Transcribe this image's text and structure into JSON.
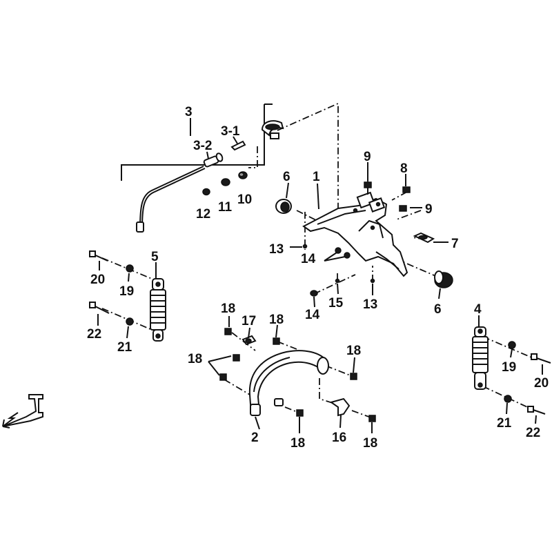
{
  "diagram": {
    "callouts": [
      {
        "id": "c3",
        "text": "3"
      },
      {
        "id": "c3-1",
        "text": "3-1"
      },
      {
        "id": "c3-2",
        "text": "3-2"
      },
      {
        "id": "c1",
        "text": "1"
      },
      {
        "id": "c6a",
        "text": "6"
      },
      {
        "id": "c6b",
        "text": "6"
      },
      {
        "id": "c9a",
        "text": "9"
      },
      {
        "id": "c9b",
        "text": "9"
      },
      {
        "id": "c8",
        "text": "8"
      },
      {
        "id": "c7",
        "text": "7"
      },
      {
        "id": "c10",
        "text": "10"
      },
      {
        "id": "c11",
        "text": "11"
      },
      {
        "id": "c12",
        "text": "12"
      },
      {
        "id": "c13a",
        "text": "13"
      },
      {
        "id": "c13b",
        "text": "13"
      },
      {
        "id": "c14a",
        "text": "14"
      },
      {
        "id": "c14b",
        "text": "14"
      },
      {
        "id": "c15",
        "text": "15"
      },
      {
        "id": "c5",
        "text": "5"
      },
      {
        "id": "c4",
        "text": "4"
      },
      {
        "id": "c20a",
        "text": "20"
      },
      {
        "id": "c20b",
        "text": "20"
      },
      {
        "id": "c19a",
        "text": "19"
      },
      {
        "id": "c19b",
        "text": "19"
      },
      {
        "id": "c22a",
        "text": "22"
      },
      {
        "id": "c22b",
        "text": "22"
      },
      {
        "id": "c21a",
        "text": "21"
      },
      {
        "id": "c21b",
        "text": "21"
      },
      {
        "id": "c18a",
        "text": "18"
      },
      {
        "id": "c18b",
        "text": "18"
      },
      {
        "id": "c18c",
        "text": "18"
      },
      {
        "id": "c18d",
        "text": "18"
      },
      {
        "id": "c18e",
        "text": "18"
      },
      {
        "id": "c18f",
        "text": "18"
      },
      {
        "id": "c17",
        "text": "17"
      },
      {
        "id": "c16",
        "text": "16"
      },
      {
        "id": "c2",
        "text": "2"
      }
    ],
    "direction_marker": "F"
  }
}
